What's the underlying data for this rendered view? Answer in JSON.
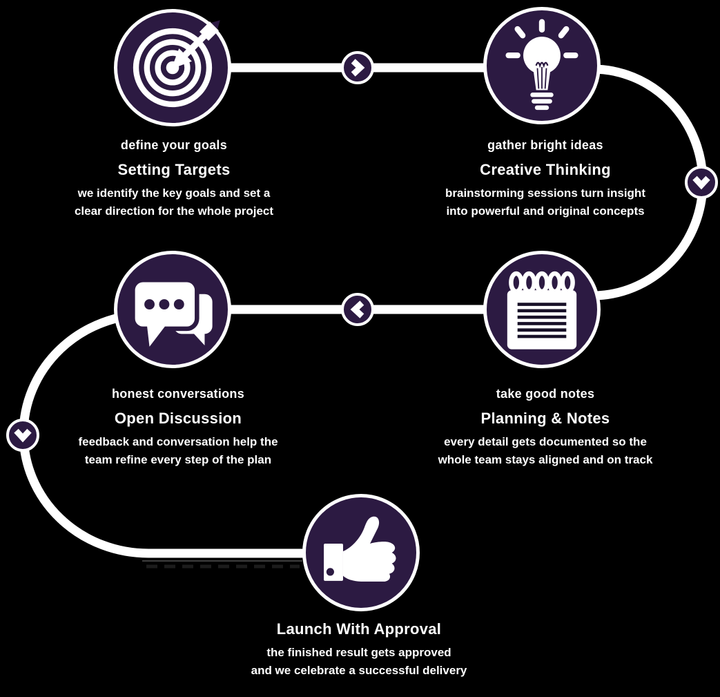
{
  "colors": {
    "background": "#000000",
    "circle_fill": "#2c1a42",
    "line_white": "#ffffff",
    "notepad_ink": "#171027",
    "shadow_gray": "#3f3f3f",
    "dash_dark": "#1c1c1c"
  },
  "icons": {
    "step1": "target-icon",
    "step2": "lightbulb-icon",
    "step3": "chat-icon",
    "step4": "notepad-icon",
    "step5": "thumbs-up-icon",
    "arrows": [
      "chevron-right-icon",
      "chevron-down-icon",
      "chevron-left-icon",
      "chevron-down-icon"
    ]
  },
  "steps": [
    {
      "label": "define your goals",
      "title": "Setting Targets",
      "line1": "we identify the key goals and set a",
      "line2": "clear direction for the whole project"
    },
    {
      "label": "gather bright ideas",
      "title": "Creative Thinking",
      "line1": "brainstorming sessions turn insight",
      "line2": "into powerful and original concepts"
    },
    {
      "label": "honest conversations",
      "title": "Open Discussion",
      "line1": "feedback and conversation help the",
      "line2": "team refine every step of the plan"
    },
    {
      "label": "take good notes",
      "title": "Planning & Notes",
      "line1": "every detail gets documented so the",
      "line2": "whole team stays aligned and on track"
    },
    {
      "title": "Launch With Approval",
      "line1": "the finished result gets approved",
      "line2": "and we celebrate a successful delivery"
    }
  ]
}
